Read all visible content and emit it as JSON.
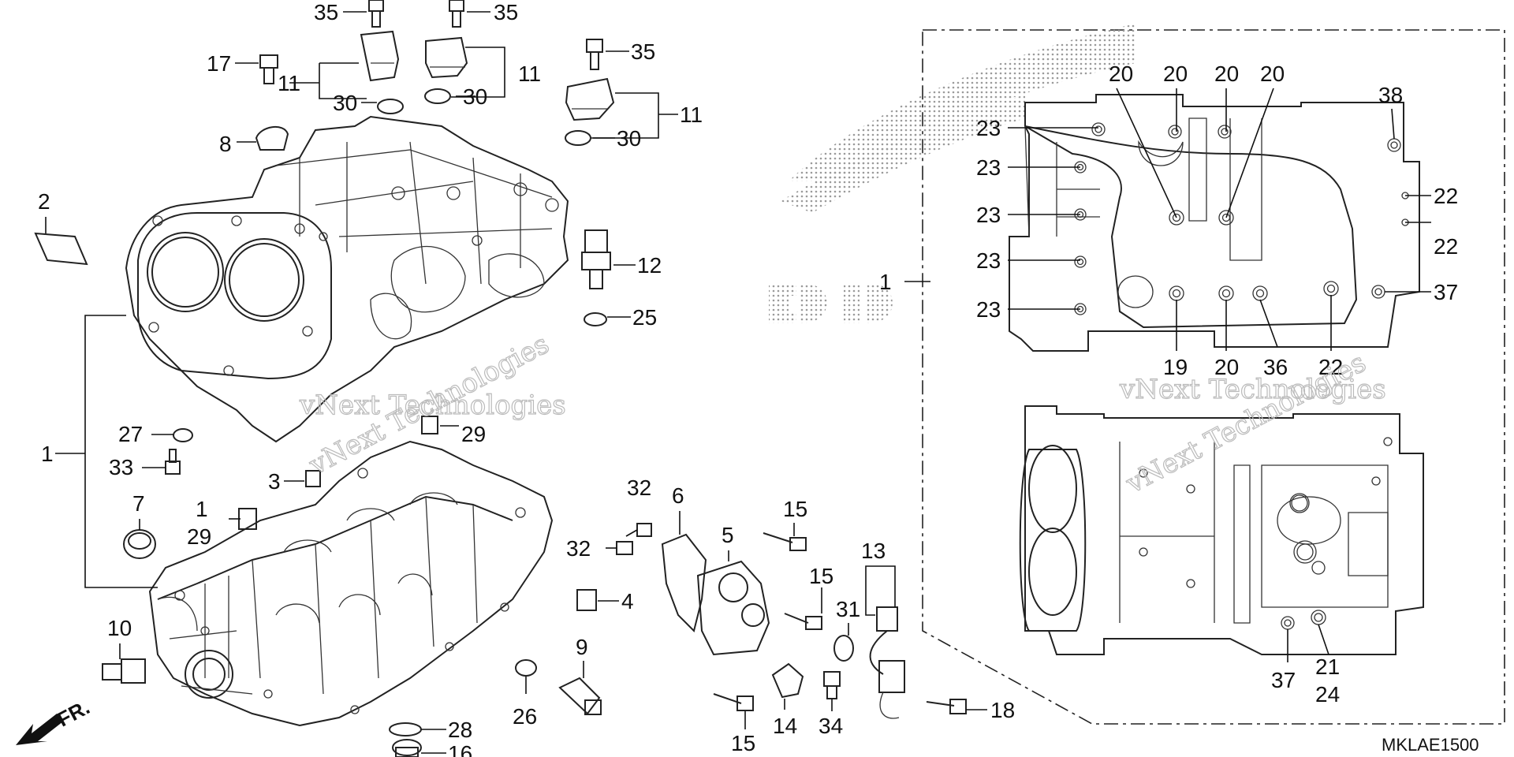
{
  "diagram": {
    "code": "MKLAE1500",
    "direction_label": "FR.",
    "watermarks": [
      "vNext Technologies",
      "vNext Technologies",
      "vNext Technologies",
      "vNext Technologies"
    ],
    "callouts": [
      {
        "id": "c35a",
        "label": "35"
      },
      {
        "id": "c35b",
        "label": "35"
      },
      {
        "id": "c35c",
        "label": "35"
      },
      {
        "id": "c17",
        "label": "17"
      },
      {
        "id": "c11a",
        "label": "11"
      },
      {
        "id": "c11b",
        "label": "11"
      },
      {
        "id": "c11c",
        "label": "11"
      },
      {
        "id": "c30a",
        "label": "30"
      },
      {
        "id": "c30b",
        "label": "30"
      },
      {
        "id": "c30c",
        "label": "30"
      },
      {
        "id": "c8",
        "label": "8"
      },
      {
        "id": "c2",
        "label": "2"
      },
      {
        "id": "c12",
        "label": "12"
      },
      {
        "id": "c25",
        "label": "25"
      },
      {
        "id": "c1a",
        "label": "1"
      },
      {
        "id": "c27",
        "label": "27"
      },
      {
        "id": "c33",
        "label": "33"
      },
      {
        "id": "c29a",
        "label": "29"
      },
      {
        "id": "c3",
        "label": "3"
      },
      {
        "id": "c7",
        "label": "7"
      },
      {
        "id": "c1b",
        "label": "1"
      },
      {
        "id": "c29b",
        "label": "29"
      },
      {
        "id": "c32a",
        "label": "32"
      },
      {
        "id": "c32b",
        "label": "32"
      },
      {
        "id": "c6",
        "label": "6"
      },
      {
        "id": "c5",
        "label": "5"
      },
      {
        "id": "c15a",
        "label": "15"
      },
      {
        "id": "c15b",
        "label": "15"
      },
      {
        "id": "c4",
        "label": "4"
      },
      {
        "id": "c13",
        "label": "13"
      },
      {
        "id": "c31",
        "label": "31"
      },
      {
        "id": "c10",
        "label": "10"
      },
      {
        "id": "c9",
        "label": "9"
      },
      {
        "id": "c26",
        "label": "26"
      },
      {
        "id": "c28",
        "label": "28"
      },
      {
        "id": "c16",
        "label": "16"
      },
      {
        "id": "c14",
        "label": "14"
      },
      {
        "id": "c34",
        "label": "34"
      },
      {
        "id": "c18",
        "label": "18"
      },
      {
        "id": "c15c",
        "label": "15"
      },
      {
        "id": "c20a",
        "label": "20"
      },
      {
        "id": "c20b",
        "label": "20"
      },
      {
        "id": "c20c",
        "label": "20"
      },
      {
        "id": "c20d",
        "label": "20"
      },
      {
        "id": "c38",
        "label": "38"
      },
      {
        "id": "c23a",
        "label": "23"
      },
      {
        "id": "c23b",
        "label": "23"
      },
      {
        "id": "c23c",
        "label": "23"
      },
      {
        "id": "c23d",
        "label": "23"
      },
      {
        "id": "c23e",
        "label": "23"
      },
      {
        "id": "c22a",
        "label": "22"
      },
      {
        "id": "c22b",
        "label": "22"
      },
      {
        "id": "c37a",
        "label": "37"
      },
      {
        "id": "c1c",
        "label": "1"
      },
      {
        "id": "c19",
        "label": "19"
      },
      {
        "id": "c20e",
        "label": "20"
      },
      {
        "id": "c36",
        "label": "36"
      },
      {
        "id": "c22c",
        "label": "22"
      },
      {
        "id": "c37b",
        "label": "37"
      },
      {
        "id": "c21",
        "label": "21"
      },
      {
        "id": "c24",
        "label": "24"
      }
    ]
  }
}
